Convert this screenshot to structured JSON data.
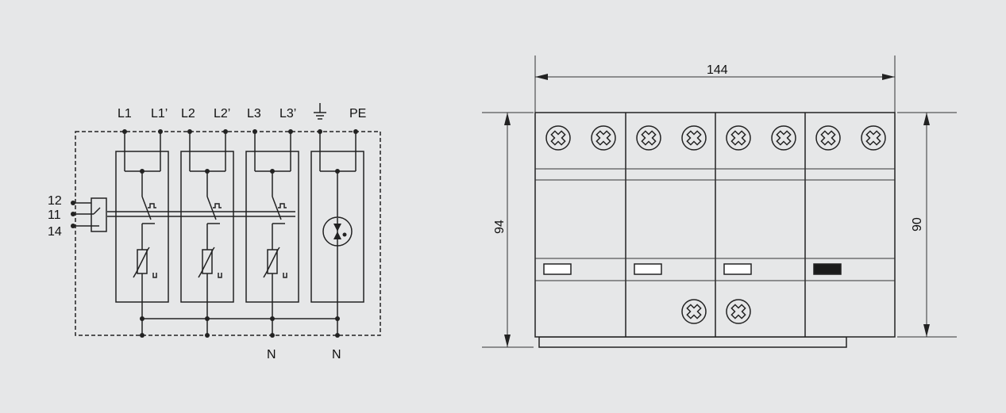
{
  "schematic": {
    "terminals": [
      "L1",
      "L1’",
      "L2",
      "L2’",
      "L3",
      "L3’",
      "PE"
    ],
    "aux_contacts": [
      "12",
      "11",
      "14"
    ],
    "neutral_labels": [
      "N",
      "N"
    ],
    "ground_symbol": "earth-ground-icon"
  },
  "dimensions": {
    "width": "144",
    "height_total": "94",
    "height_body": "90"
  },
  "indicators": [
    {
      "state": "empty",
      "color": "#ffffff"
    },
    {
      "state": "empty",
      "color": "#ffffff"
    },
    {
      "state": "empty",
      "color": "#ffffff"
    },
    {
      "state": "filled",
      "color": "#1a1a1a"
    }
  ],
  "colors": {
    "background": "#e6e7e8",
    "line": "#222222"
  }
}
